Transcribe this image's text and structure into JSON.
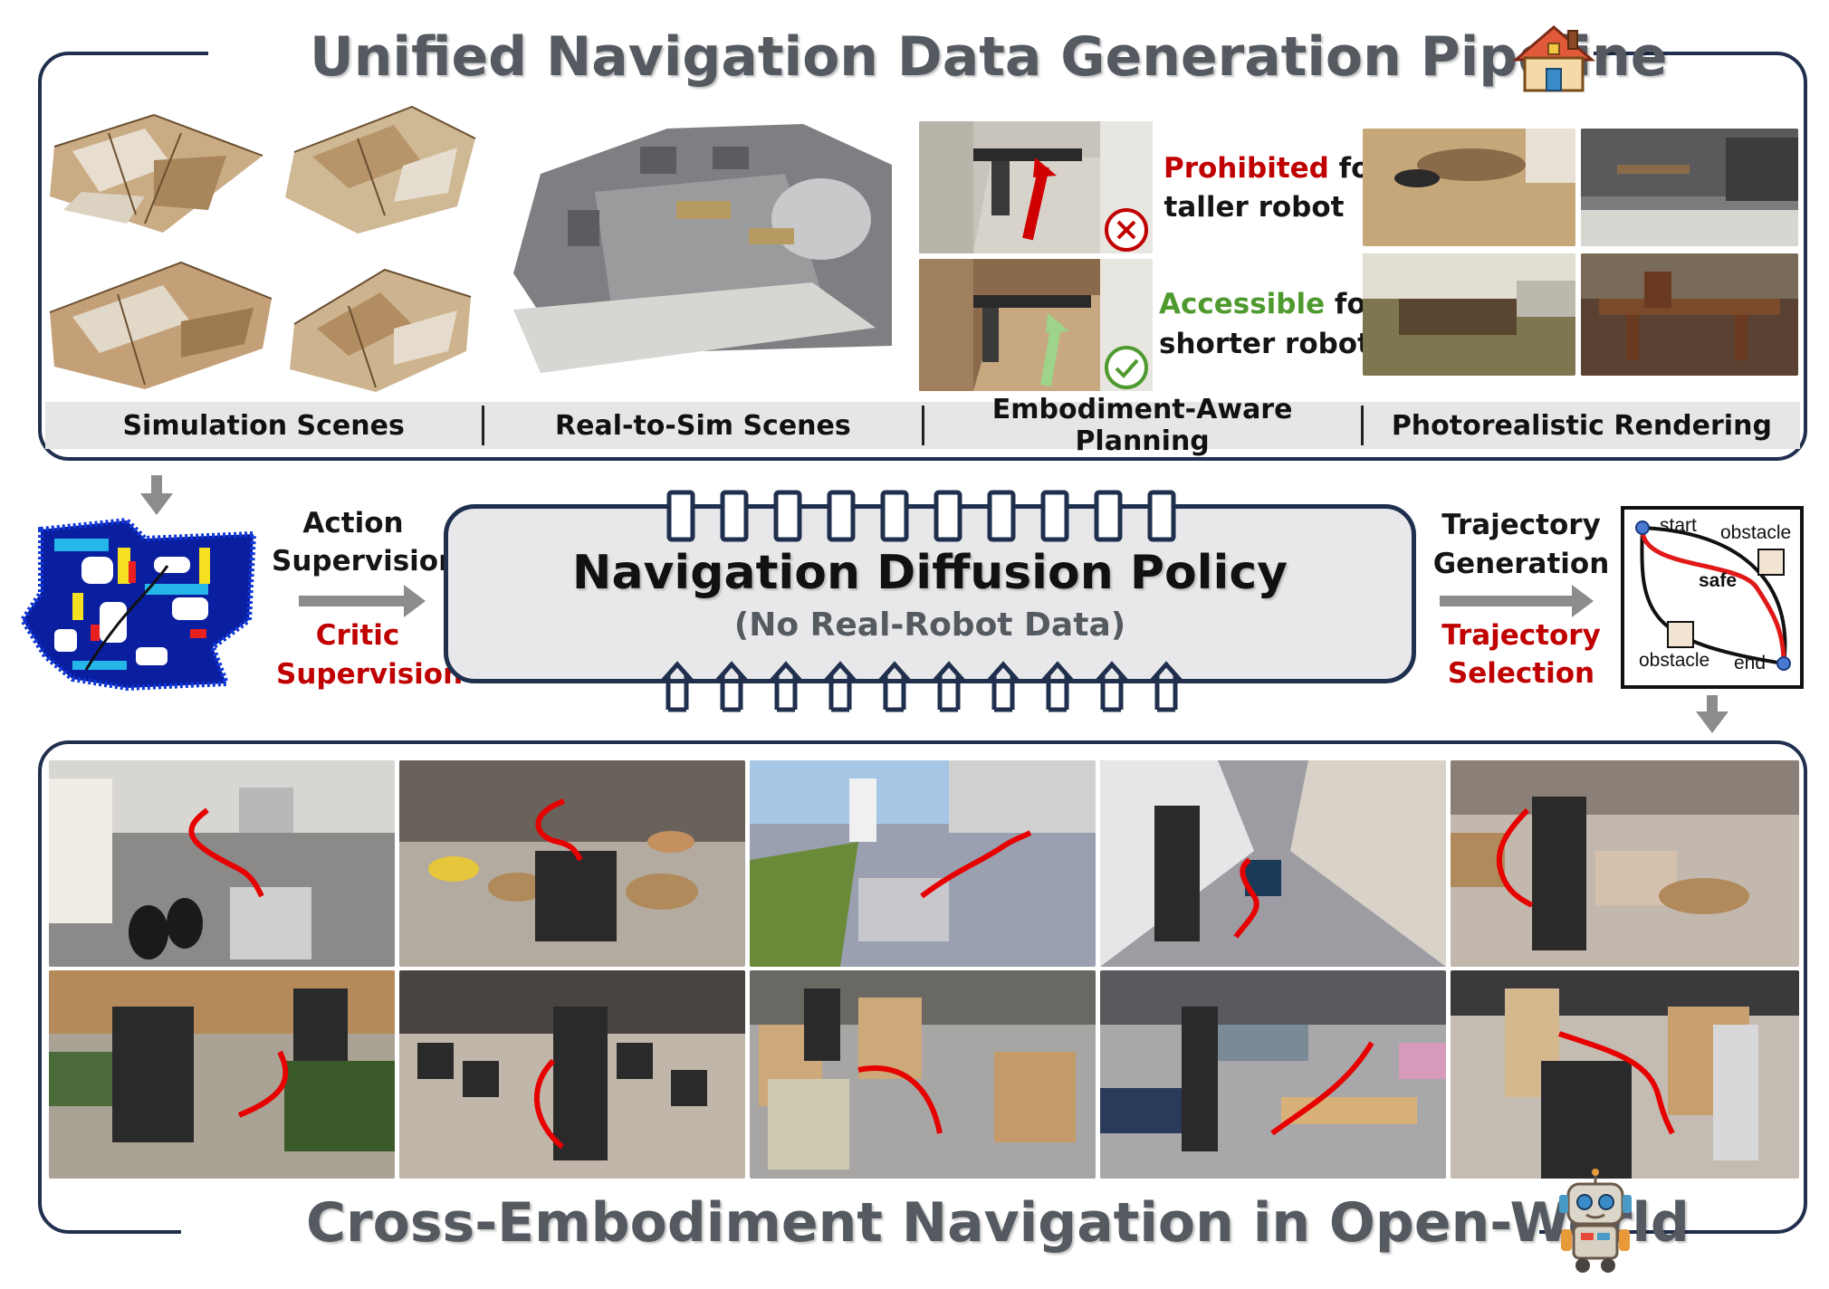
{
  "top_panel": {
    "title": "Unified Navigation Data Generation Pipeline",
    "icon": "house-icon",
    "sections": [
      {
        "label": "Simulation Scenes"
      },
      {
        "label": "Real-to-Sim Scenes"
      },
      {
        "label": "Embodiment-Aware Planning"
      },
      {
        "label": "Photorealistic Rendering"
      }
    ],
    "planning": {
      "prohibited_word": "Prohibited",
      "prohibited_rest": " for",
      "prohibited_line2": "taller robot",
      "accessible_word": "Accessible",
      "accessible_rest": " for",
      "accessible_line2": "shorter robot"
    }
  },
  "middle": {
    "left_label_1": "Action",
    "left_label_2": "Supervision",
    "left_label_3": "Critic",
    "left_label_4": "Supervision",
    "policy_title": "Navigation Diffusion Policy",
    "policy_subtitle": "(No Real-Robot Data)",
    "right_label_1": "Trajectory",
    "right_label_2": "Generation",
    "right_label_3": "Trajectory",
    "right_label_4": "Selection",
    "diagram": {
      "start": "start",
      "end": "end",
      "safe": "safe",
      "obstacle_top": "obstacle",
      "obstacle_bottom": "obstacle"
    }
  },
  "bottom_panel": {
    "title": "Cross-Embodiment Navigation in Open-World",
    "icon": "robot-icon"
  },
  "colors": {
    "frame": "#1f2f4d",
    "accent_red": "#c00000",
    "accent_green": "#4e9a2e",
    "title_gray": "#555a60"
  }
}
